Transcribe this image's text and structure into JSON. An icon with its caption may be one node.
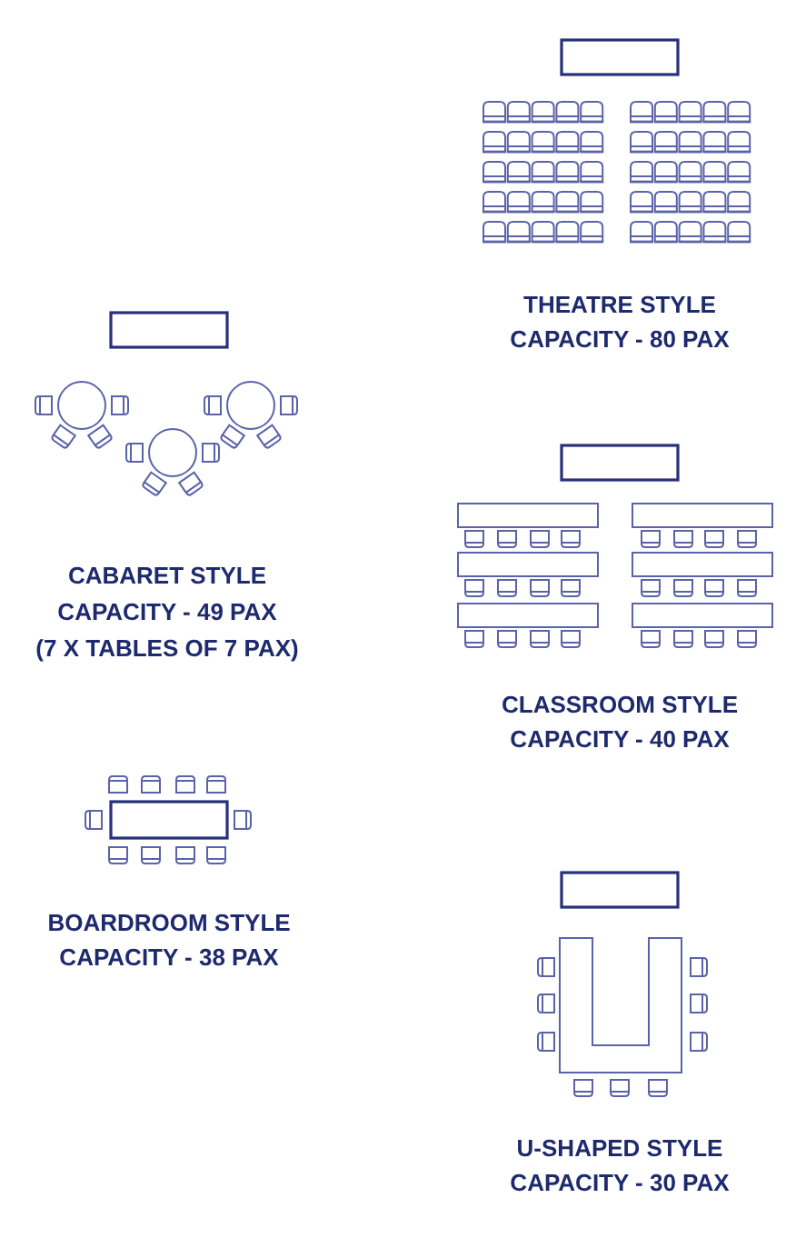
{
  "diagram": {
    "labels": [
      "THEATRE STYLE",
      "CAPACITY - 80 PAX",
      "CABARET STYLE",
      "CAPACITY - 49 PAX",
      "(7 X TABLES OF 7 PAX)",
      "CLASSROOM STYLE",
      "CAPACITY - 40 PAX",
      "BOARDROOM STYLE",
      "CAPACITY - 38 PAX",
      "U-SHAPED STYLE",
      "CAPACITY - 30 PAX"
    ]
  }
}
